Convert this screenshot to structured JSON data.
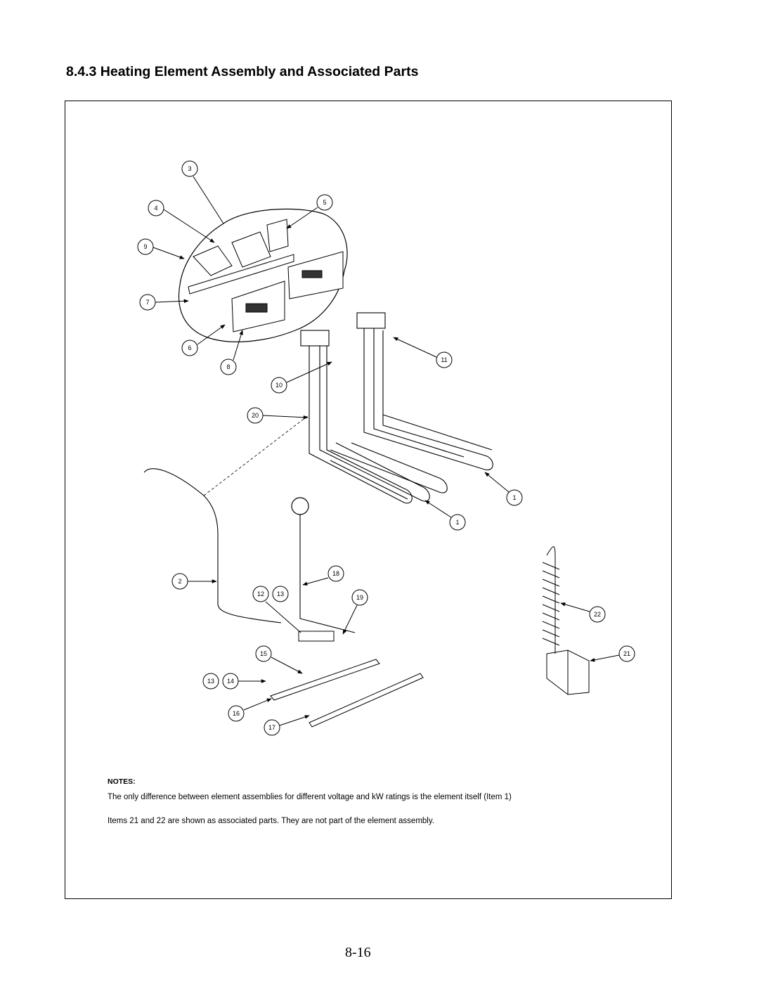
{
  "section": {
    "title": "8.4.3  Heating Element Assembly and Associated Parts"
  },
  "callouts": [
    "3",
    "4",
    "5",
    "9",
    "7",
    "6",
    "8",
    "11",
    "10",
    "20",
    "1",
    "1",
    "2",
    "18",
    "12",
    "13",
    "19",
    "22",
    "15",
    "21",
    "13",
    "14",
    "16",
    "17"
  ],
  "notes": {
    "heading": "NOTES:",
    "items": [
      "The only difference between element assemblies for different voltage and kW ratings is the element itself (Item 1)",
      "Items 21 and 22 are shown as associated parts.  They are not part of the element assembly."
    ]
  },
  "page_number": "8-16"
}
